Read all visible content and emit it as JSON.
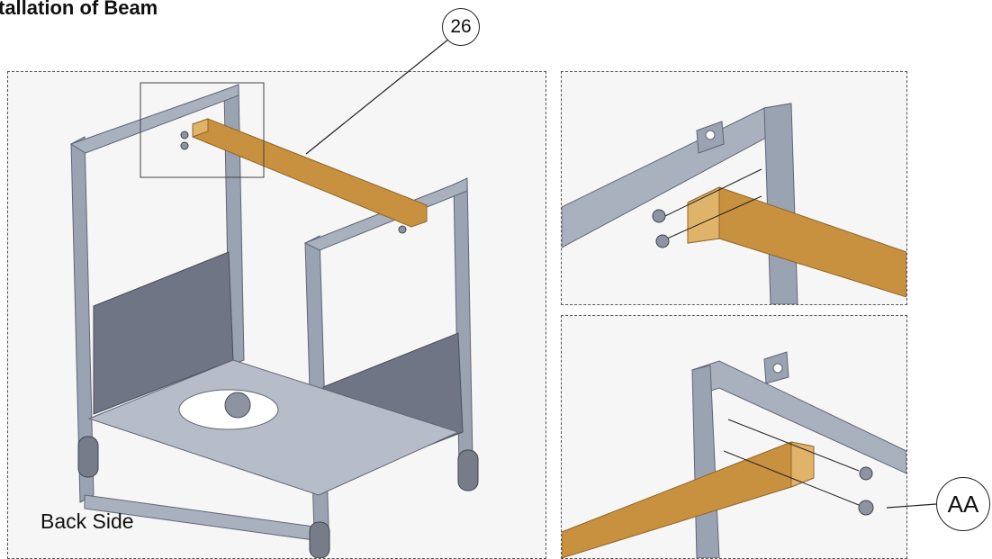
{
  "title": "tallation of Beam",
  "label_back_side": "Back Side",
  "callouts": {
    "beam_part": "26",
    "bolt_part": "AA"
  },
  "colors": {
    "frame": "#9aa3b2",
    "frame_dark": "#5f6676",
    "panel_fill": "#6f7584",
    "beam": "#c8913f",
    "beam_dark": "#8f6428",
    "background": "#f6f6f6"
  }
}
